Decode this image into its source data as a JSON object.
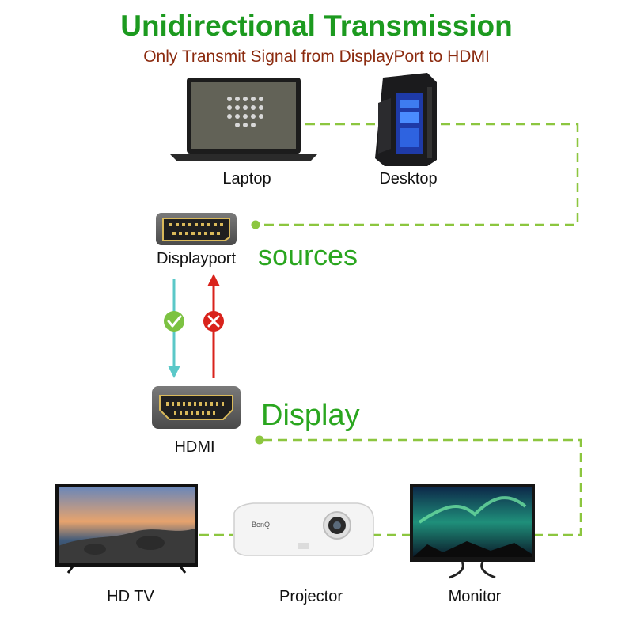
{
  "header": {
    "title": "Unidirectional Transmission",
    "subtitle": "Only Transmit Signal from DisplayPort to HDMI"
  },
  "sources": {
    "group_label": "sources",
    "devices": [
      {
        "label": "Laptop",
        "icon": "laptop-icon"
      },
      {
        "label": "Desktop",
        "icon": "desktop-tower-icon"
      }
    ],
    "port_label": "Displayport"
  },
  "display": {
    "group_label": "Display",
    "port_label": "HDMI",
    "devices": [
      {
        "label": "HD TV",
        "icon": "tv-icon"
      },
      {
        "label": "Projector",
        "icon": "projector-icon"
      },
      {
        "label": "Monitor",
        "icon": "monitor-icon"
      }
    ]
  },
  "colors": {
    "title": "#1c9a1f",
    "subtitle": "#8b2a0e",
    "dashed_line": "#8cc63f",
    "allowed_arrow": "#5bc8c8",
    "blocked_arrow": "#d9231c",
    "check_badge": "#7cc242",
    "cross_badge": "#d9231c"
  }
}
